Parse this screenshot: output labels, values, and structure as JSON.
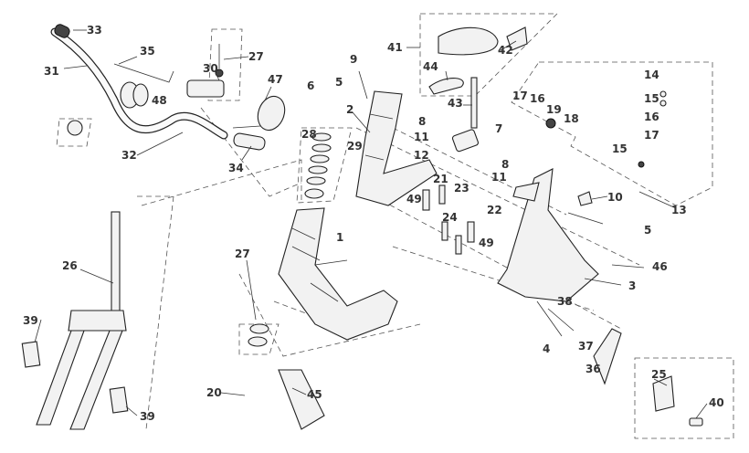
{
  "diagram": {
    "callouts": [
      "33",
      "35",
      "27",
      "41",
      "42",
      "31",
      "30",
      "47",
      "9",
      "44",
      "14",
      "5",
      "6",
      "17",
      "16",
      "19",
      "18",
      "43",
      "15",
      "48",
      "2",
      "16",
      "8",
      "7",
      "17",
      "28",
      "29",
      "11",
      "32",
      "12",
      "34",
      "15",
      "8",
      "11",
      "21",
      "23",
      "10",
      "49",
      "13",
      "22",
      "24",
      "5",
      "1",
      "49",
      "26",
      "27",
      "46",
      "3",
      "38",
      "39",
      "4",
      "37",
      "36",
      "25",
      "40",
      "20",
      "45",
      "39"
    ]
  }
}
